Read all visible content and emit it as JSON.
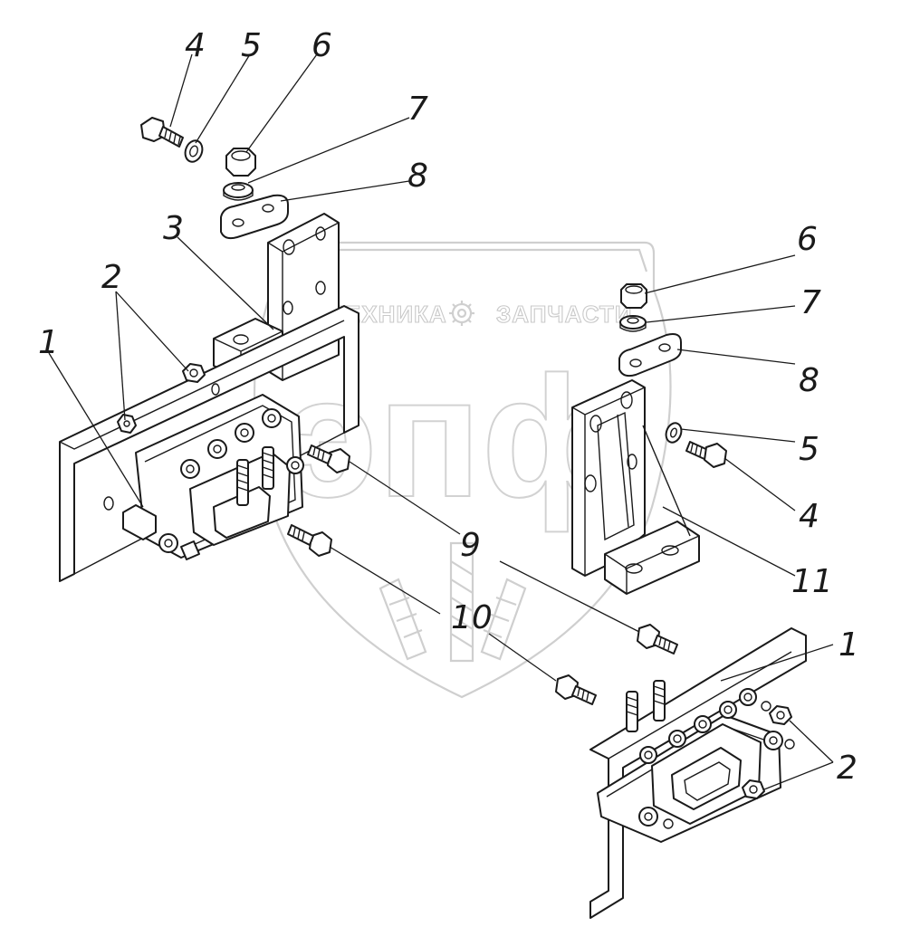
{
  "watermark": {
    "left_word": "ТЕХНИКА",
    "right_word": "ЗАПЧАСТИ",
    "logo_letters": "эпф",
    "icon": "gear-icon"
  },
  "callouts": [
    {
      "id": "c4a",
      "label": "4"
    },
    {
      "id": "c5a",
      "label": "5"
    },
    {
      "id": "c6a",
      "label": "6"
    },
    {
      "id": "c7a",
      "label": "7"
    },
    {
      "id": "c8a",
      "label": "8"
    },
    {
      "id": "c3",
      "label": "3"
    },
    {
      "id": "c2a",
      "label": "2"
    },
    {
      "id": "c1a",
      "label": "1"
    },
    {
      "id": "c6b",
      "label": "6"
    },
    {
      "id": "c7b",
      "label": "7"
    },
    {
      "id": "c8b",
      "label": "8"
    },
    {
      "id": "c5b",
      "label": "5"
    },
    {
      "id": "c4b",
      "label": "4"
    },
    {
      "id": "c11",
      "label": "11"
    },
    {
      "id": "c9",
      "label": "9"
    },
    {
      "id": "c10",
      "label": "10"
    },
    {
      "id": "c1b",
      "label": "1"
    },
    {
      "id": "c2b",
      "label": "2"
    }
  ]
}
